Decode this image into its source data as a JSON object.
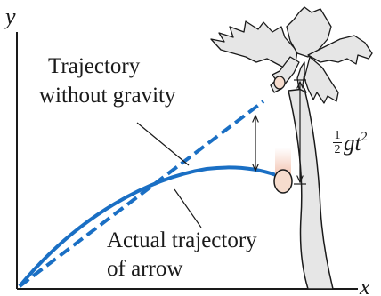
{
  "labels": {
    "y_axis": "y",
    "x_axis": "x",
    "without_gravity_line1": "Trajectory",
    "without_gravity_line2": "without gravity",
    "actual_line1": "Actual trajectory",
    "actual_line2": "of arrow"
  },
  "formula": {
    "frac_num": "1",
    "frac_den": "2",
    "g": "g",
    "t": "t",
    "exponent": "2"
  },
  "colors": {
    "trajectory": "#1a6fc4",
    "ink": "#1a1a1a",
    "tree_fill": "#e6e6e6",
    "fruit_fill": "#f6dccd",
    "motion_blur": "#f1b9a3"
  }
}
